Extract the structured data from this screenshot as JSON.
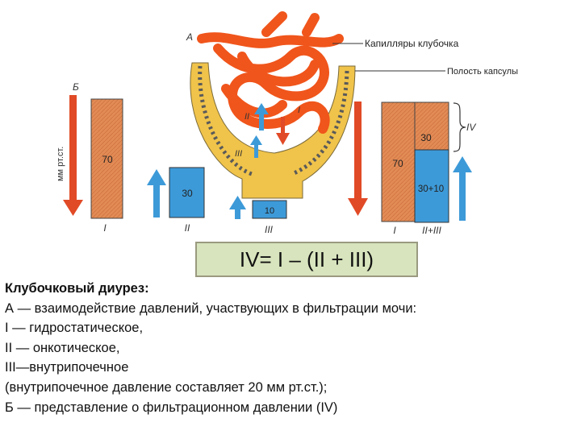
{
  "diagram": {
    "label_a": "А",
    "label_b": "Б",
    "capillaries_label": "Капилляры клубочка",
    "capsule_cavity_label": "Полость капсулы",
    "yaxis_unit": "мм рт.ст.",
    "inner_marks": {
      "ii": "II",
      "i": "I",
      "iii": "III"
    },
    "bars_b": [
      {
        "value_label": "70",
        "axis_label": "I"
      },
      {
        "value_label": "30",
        "axis_label": "II"
      },
      {
        "value_label": "10",
        "axis_label": "III"
      }
    ],
    "bars_right": {
      "top_label": "30",
      "main_label": "70",
      "stack_label": "30+10",
      "iv_label": "IV",
      "axis_i": "I",
      "axis_ii_iii": "II+III"
    },
    "colors": {
      "bar": "#e28b55",
      "blue": "#3d9ad8",
      "arrow_red": "#e14a26",
      "capsule": "#f0c34a",
      "capillary": "#f0551b"
    }
  },
  "formula": "IV= I – (II + III)",
  "caption": {
    "title": "Клубочковый диурез:",
    "lines": [
      "А — взаимодействие давлений, участвующих в фильтрации мочи:",
      "I — гидростатическое,",
      "II — онкотическое,",
      "III—внутрипочечное",
      "(внутрипочечное давление составляет 20 мм рт.ст.);",
      "Б — представление о фильтрационном давлении (IV)"
    ]
  }
}
